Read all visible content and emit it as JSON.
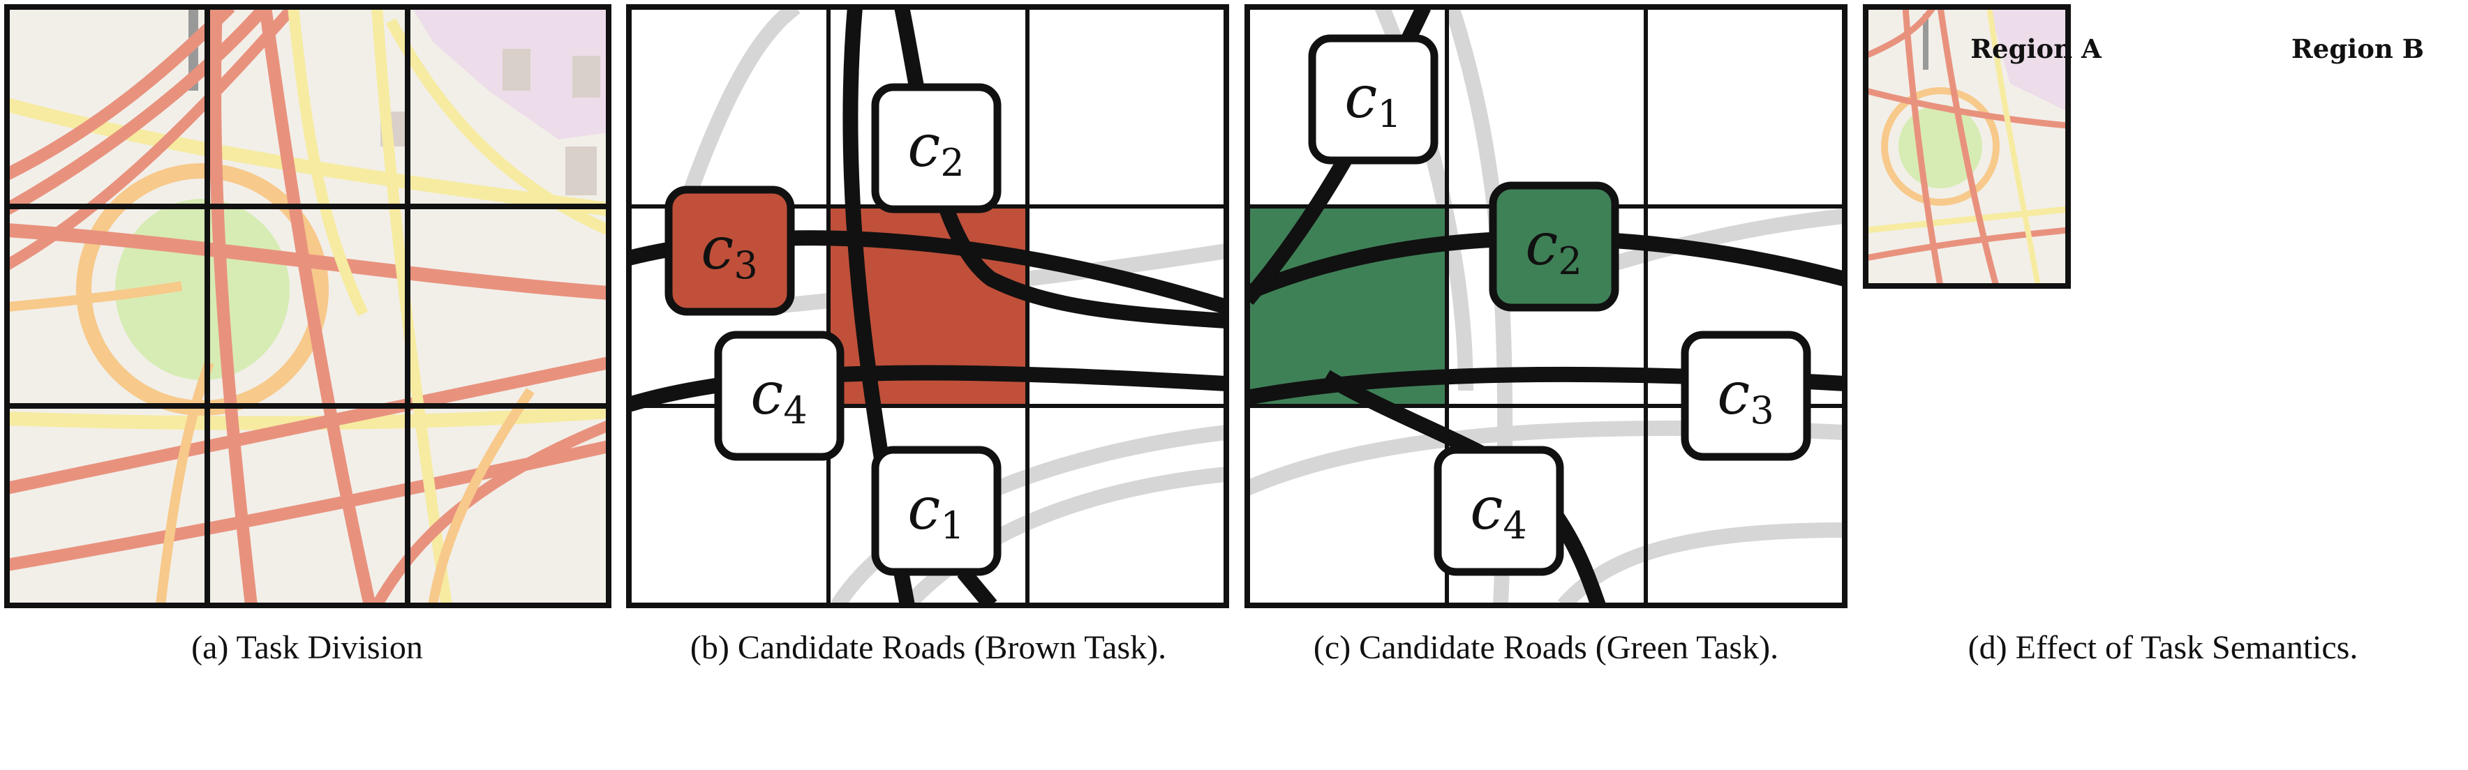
{
  "captions": {
    "a": "(a) Task Division",
    "b": "(b) Candidate Roads (Brown Task).",
    "c": "(c) Candidate Roads (Green Task).",
    "d": "(d) Effect of Task Semantics."
  },
  "regions": {
    "a": "Region A",
    "b": "Region B"
  },
  "brown_task": {
    "roads": [
      {
        "letter": "c",
        "sub": "2"
      },
      {
        "letter": "c",
        "sub": "3"
      },
      {
        "letter": "c",
        "sub": "4"
      },
      {
        "letter": "c",
        "sub": "1"
      }
    ]
  },
  "green_task": {
    "roads": [
      {
        "letter": "c",
        "sub": "1"
      },
      {
        "letter": "c",
        "sub": "2"
      },
      {
        "letter": "c",
        "sub": "3"
      },
      {
        "letter": "c",
        "sub": "4"
      }
    ]
  },
  "colors": {
    "brown": "#c0503a",
    "green": "#3f8157",
    "arrow": "#d8c98a",
    "map_bg": "#f2efe9",
    "road_main": "#e8927e",
    "road_second": "#f6eba0"
  }
}
